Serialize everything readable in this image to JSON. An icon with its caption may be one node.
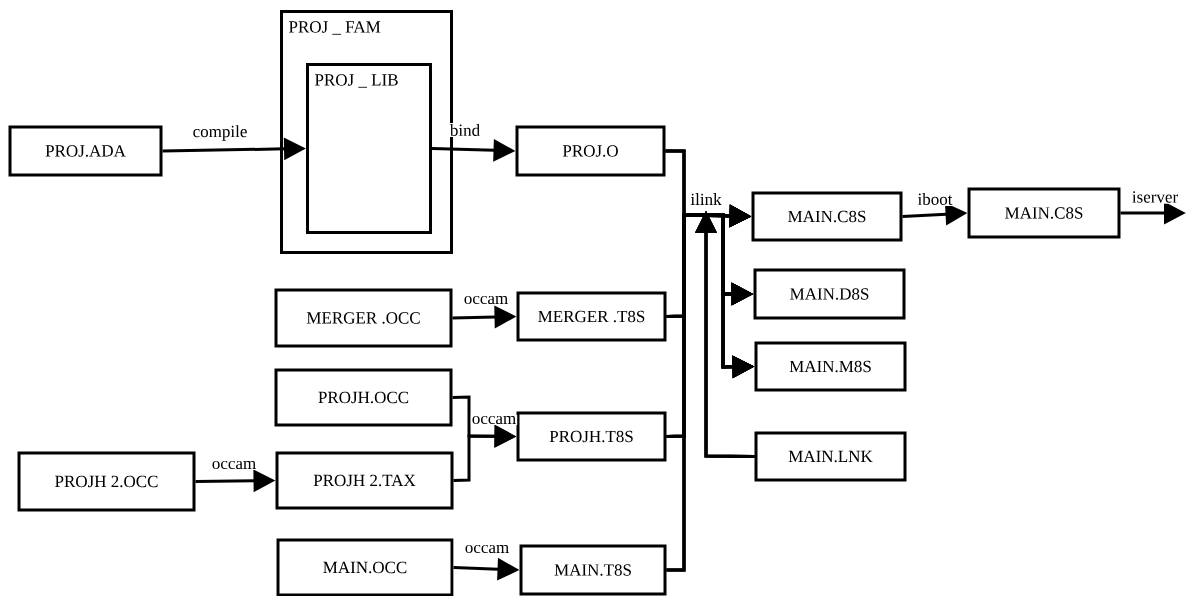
{
  "diagram": {
    "nodes": [
      {
        "text": [
          "PROJ.ADA"
        ]
      },
      {
        "text": [
          "PROJ _ FAM"
        ]
      },
      {
        "text": [
          "PROJ _ LIB"
        ],
        "in": 1
      },
      {
        "text": [
          "PROJ.O"
        ]
      },
      {
        "text": [
          "MERGER .OCC"
        ]
      },
      {
        "text": [
          "MERGER .T8S"
        ]
      },
      {
        "text": [
          "PROJH.OCC"
        ]
      },
      {
        "text": [
          "PROJH.T8S"
        ]
      },
      {
        "text": [
          "PROJH 2.OCC"
        ]
      },
      {
        "text": [
          "PROJH 2.TAX"
        ]
      },
      {
        "text": [
          "MAIN.OCC"
        ]
      },
      {
        "text": [
          "MAIN.T8S"
        ]
      },
      {
        "text": [
          "MAIN.C8S"
        ]
      },
      {
        "text": [
          "MAIN.D8S"
        ]
      },
      {
        "text": [
          "MAIN.M8S"
        ]
      },
      {
        "text": [
          "MAIN.LNK"
        ]
      },
      {
        "text": [
          "MAIN.C8S"
        ]
      }
    ],
    "edges": [
      {
        "from": 0,
        "to": 2,
        "arrow": "to",
        "label": "compile"
      },
      {
        "from": 2,
        "to": 3,
        "arrow": "to",
        "label": "bind"
      },
      {
        "from": 4,
        "to": 5,
        "arrow": "to",
        "label": "occam"
      },
      {
        "from": 6,
        "to": 7,
        "arrow": "to",
        "label": "occam"
      },
      {
        "from": 9,
        "to": 7,
        "arrow": "to"
      },
      {
        "from": 8,
        "to": 9,
        "arrow": "to",
        "label": "occam"
      },
      {
        "from": 10,
        "to": 11,
        "arrow": "to",
        "label": "occam"
      },
      {
        "from": 3,
        "to": 12,
        "arrow": "to",
        "label": "ilink"
      },
      {
        "from": 3,
        "to": 13,
        "arrow": "to"
      },
      {
        "from": 3,
        "to": 14,
        "arrow": "to"
      },
      {
        "from": 5,
        "to": 12,
        "arrow": "to"
      },
      {
        "from": 5,
        "to": 13,
        "arrow": "to"
      },
      {
        "from": 5,
        "to": 14,
        "arrow": "to"
      },
      {
        "from": 7,
        "to": 12,
        "arrow": "to"
      },
      {
        "from": 7,
        "to": 13,
        "arrow": "to"
      },
      {
        "from": 7,
        "to": 14,
        "arrow": "to"
      },
      {
        "from": 11,
        "to": 12,
        "arrow": "to"
      },
      {
        "from": 11,
        "to": 13,
        "arrow": "to"
      },
      {
        "from": 11,
        "to": 14,
        "arrow": "to"
      },
      {
        "from": 15,
        "to": 12,
        "arrow": "to"
      },
      {
        "from": 15,
        "to": 13,
        "arrow": "to"
      },
      {
        "from": 15,
        "to": 14,
        "arrow": "to"
      },
      {
        "from": 12,
        "to": 16,
        "arrow": "to",
        "label": "iboot"
      },
      {
        "from": 16,
        "to": null,
        "arrow": "to",
        "label": "iserver"
      }
    ]
  }
}
